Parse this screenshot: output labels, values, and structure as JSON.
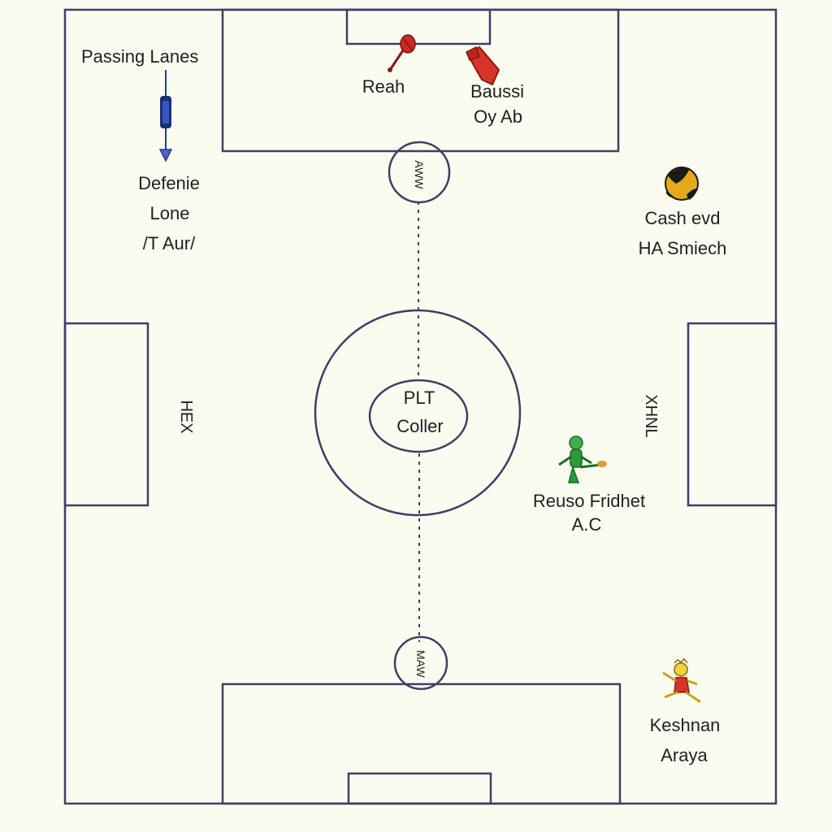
{
  "colors": {
    "background": "#fbfcf0",
    "line": "#3d3f66",
    "text": "#1e1e24",
    "arrow": "#2a3a8c",
    "red": "#cc2a22",
    "green": "#2f9a3a",
    "ball": "#e6a91a"
  },
  "labels": {
    "passing_lanes": "Passing Lanes",
    "defense_line_1": "Defenie",
    "defense_line_2": "Lone",
    "defense_line_3": "/T Aur/",
    "top_player_left": "Reah",
    "top_player_right_1": "Baussi",
    "top_player_right_2": "Oy Ab",
    "ball_label_1": "Cash evd",
    "ball_label_2": "HA Smiech",
    "center_1": "PLT",
    "center_2": "Coller",
    "left_box": "HEX",
    "right_box": "XHNL",
    "top_arc": "AWW",
    "bottom_arc": "MAW",
    "green_player_1": "Reuso Fridhet",
    "green_player_2": "A.C",
    "bottom_player_1": "Keshnan",
    "bottom_player_2": "Araya"
  },
  "icons": [
    "arrow-down-icon",
    "red-player-icon",
    "red-boot-icon",
    "ball-icon",
    "green-player-icon",
    "yellow-player-icon"
  ]
}
